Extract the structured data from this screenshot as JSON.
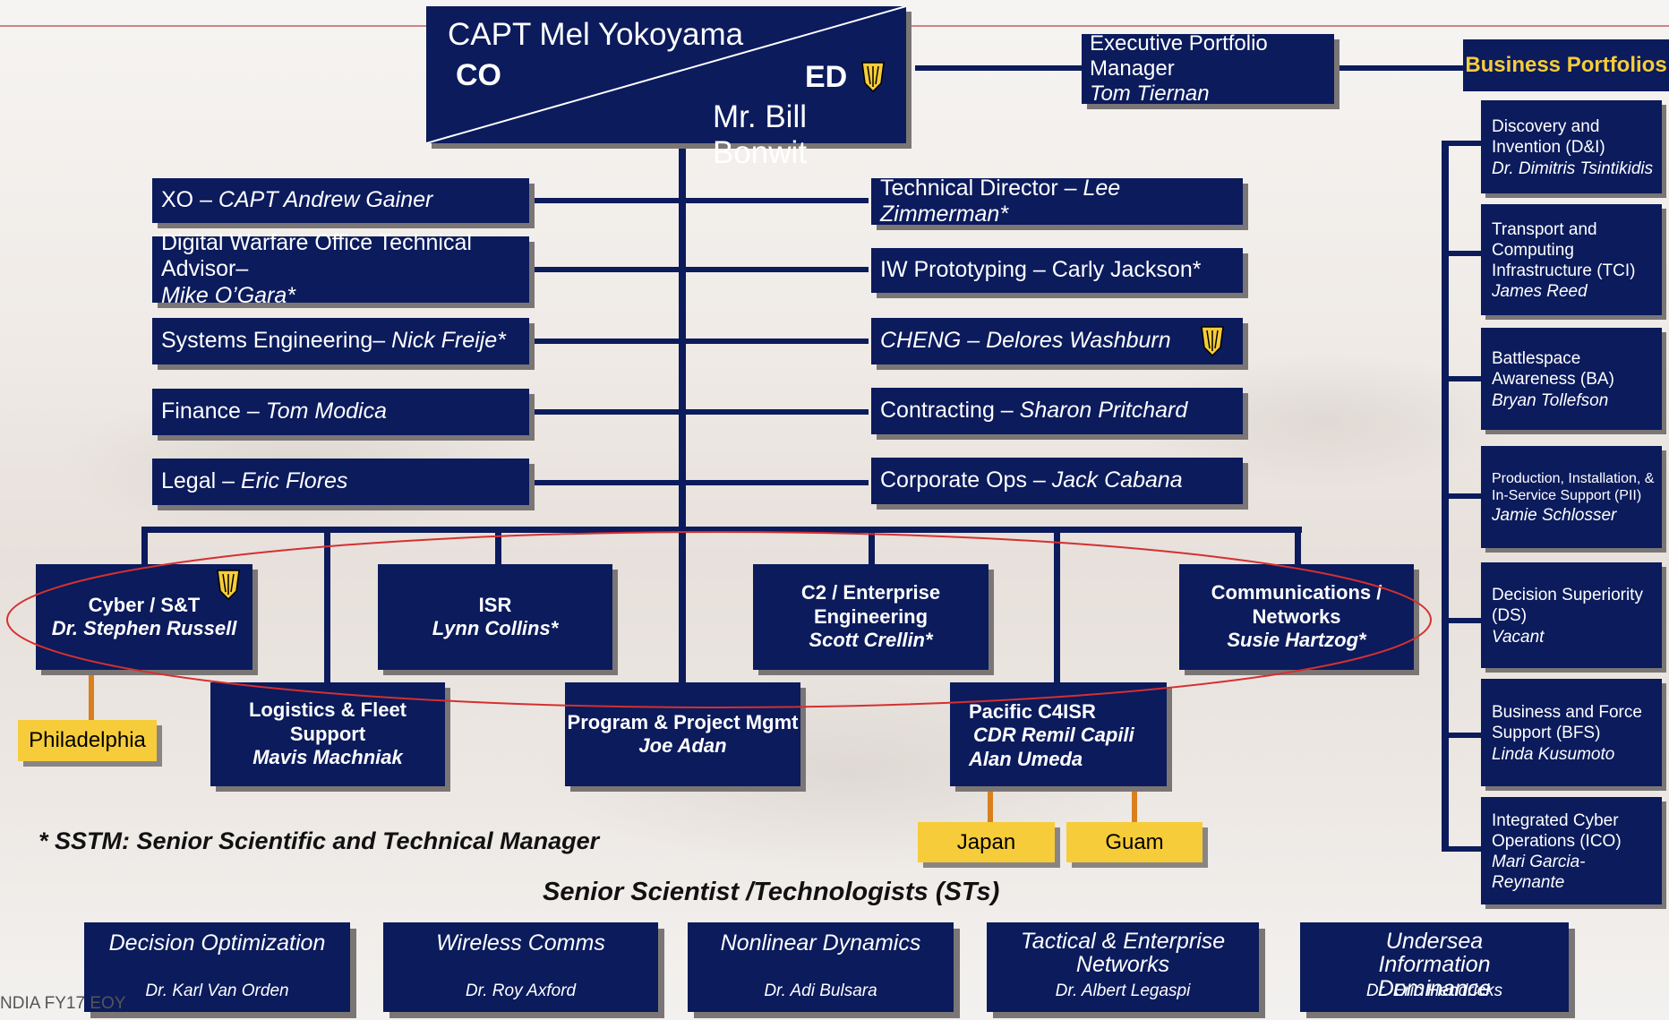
{
  "top": {
    "co_name": "CAPT Mel Yokoyama",
    "co_label": "CO",
    "ed_label": "ED",
    "ed_name": "Mr. Bill Bonwit"
  },
  "exec_pm": {
    "title": "Executive Portfolio Manager",
    "name": "Tom Tiernan"
  },
  "left_staff": [
    {
      "title": "XO – ",
      "name": "CAPT Andrew Gainer"
    },
    {
      "title": "Digital Warfare Office Technical Advisor–",
      "name": "Mike O’Gara*"
    },
    {
      "title": "Systems Engineering– ",
      "name": "Nick Freije*"
    },
    {
      "title": "Finance – ",
      "name": "Tom Modica"
    },
    {
      "title": "Legal – ",
      "name": "Eric Flores"
    }
  ],
  "right_staff": [
    {
      "title": "Technical Director – ",
      "name": "Lee Zimmerman*"
    },
    {
      "title": "IW Prototyping – Carly Jackson*",
      "name": ""
    },
    {
      "title": "",
      "name": "CHENG – Delores Washburn"
    },
    {
      "title": "Contracting – ",
      "name": "Sharon Pritchard"
    },
    {
      "title": "Corporate Ops – ",
      "name": "Jack Cabana"
    }
  ],
  "departments": [
    {
      "title": "Cyber / S&T",
      "name": "Dr. Stephen Russell"
    },
    {
      "title": "ISR",
      "name": "Lynn Collins*"
    },
    {
      "title": "C2 / Enterprise\nEngineering",
      "name": "Scott Crellin*"
    },
    {
      "title": "Communications /\nNetworks",
      "name": "Susie Hartzog*"
    }
  ],
  "lower_departments": [
    {
      "title": "Logistics & Fleet Support",
      "name": "Mavis Machniak"
    },
    {
      "title": "Program & Project Mgmt",
      "name": "Joe Adan"
    },
    {
      "title": "Pacific C4ISR",
      "name": "CDR Remil Capili",
      "name2": "Alan Umeda"
    }
  ],
  "locations": [
    "Philadelphia",
    "Japan",
    "Guam"
  ],
  "sstm_note": "* SSTM: Senior Scientific and Technical Manager",
  "st_heading": "Senior Scientist /Technologists (STs)",
  "senior_scientists": [
    {
      "title": "Decision Optimization",
      "name": "Dr. Karl Van Orden"
    },
    {
      "title": "Wireless Comms",
      "name": "Dr. Roy Axford"
    },
    {
      "title": "Nonlinear Dynamics",
      "name": "Dr. Adi Bulsara"
    },
    {
      "title": "Tactical & Enterprise Networks",
      "name": "Dr. Albert Legaspi"
    },
    {
      "title": "Undersea Information Dominance",
      "name": "Dr. Eric Hendricks"
    }
  ],
  "business_portfolios": {
    "header": "Business Portfolios",
    "items": [
      {
        "title": "Discovery and Invention (D&I)",
        "name": "Dr. Dimitris Tsintikidis"
      },
      {
        "title": "Transport and Computing Infrastructure (TCI)",
        "name": "James Reed"
      },
      {
        "title": "Battlespace Awareness (BA)",
        "name": "Bryan Tollefson"
      },
      {
        "title": "Production, Installation, & In-Service Support (PII)",
        "name": "Jamie Schlosser"
      },
      {
        "title": "Decision Superiority (DS)",
        "name": "Vacant"
      },
      {
        "title": "Business and Force Support (BFS)",
        "name": "Linda Kusumoto"
      },
      {
        "title": "Integrated Cyber Operations (ICO)",
        "name": "Mari Garcia-Reynante"
      }
    ]
  },
  "footer": "NDIA FY17 EOY",
  "colors": {
    "navy": "#0b1b5c",
    "gold": "#f6cc3a",
    "orange": "#d97f1e",
    "red_ellipse": "#d43030"
  }
}
